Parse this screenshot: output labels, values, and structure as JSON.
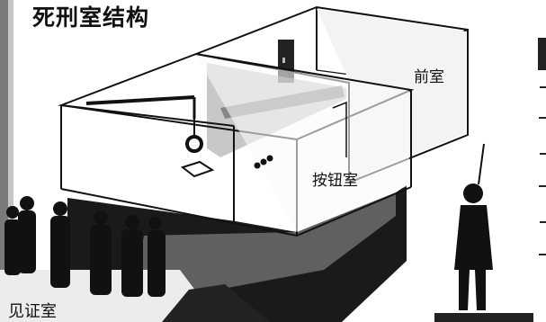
{
  "title": "死刑室结构",
  "labels": {
    "front_room": "前室",
    "button_room": "按钮室",
    "witness_room": "见证室"
  },
  "colors": {
    "ink": "#111111",
    "paper": "#ffffff",
    "halftone": "#9a9a9a",
    "floor_dark": "#1a1a1a"
  }
}
